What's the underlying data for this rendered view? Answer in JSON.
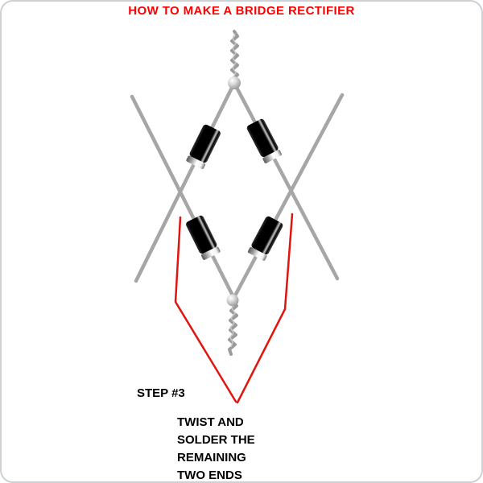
{
  "title": "HOW TO MAKE A BRIDGE RECTIFIER",
  "annotation": {
    "step": "STEP #3",
    "lines": [
      "TWIST AND",
      "SOLDER THE",
      "REMAINING",
      "TWO ENDS"
    ]
  },
  "components": {
    "diodes": [
      "diode-top-left",
      "diode-top-right",
      "diode-bottom-left",
      "diode-bottom-right"
    ],
    "solder_balls": [
      "solder-ball-top",
      "solder-ball-bottom"
    ],
    "twisted_ends": [
      "twisted-wire-top",
      "twisted-wire-bottom"
    ],
    "pointer_lines": [
      "pointer-line-left",
      "pointer-line-right"
    ]
  },
  "colors": {
    "title_red": "#FF0000",
    "annotation_red": "#E0150F",
    "wire_gray": "#A6A6A6",
    "twist_gray": "#9B9B9B",
    "twist_highlight": "#C9C9C9",
    "diode_body": "#000000",
    "border_gray": "#CDD1D4",
    "background": "#FFFFFF"
  }
}
